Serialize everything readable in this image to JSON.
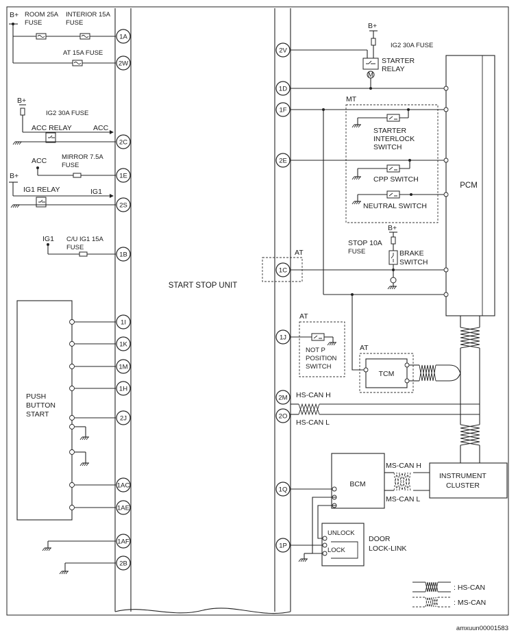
{
  "diagram": {
    "main_unit": "START STOP UNIT",
    "left_pins": [
      "1A",
      "2W",
      "2C",
      "1E",
      "2S",
      "1B",
      "1I",
      "1K",
      "1M",
      "1H",
      "2J",
      "1AC",
      "1AE",
      "1AF",
      "2B"
    ],
    "right_pins": [
      "2V",
      "1D",
      "1F",
      "2E",
      "1C",
      "1J",
      "2M",
      "2O",
      "1Q",
      "1P"
    ],
    "labels": {
      "b_plus": "B+",
      "room_fuse": "ROOM 25A",
      "interior_fuse": "INTERIOR 15A",
      "fuse": "FUSE",
      "at_fuse": "AT 15A FUSE",
      "ig2_fuse": "IG2 30A FUSE",
      "acc_relay": "ACC RELAY",
      "acc": "ACC",
      "mirror_fuse": "MIRROR 7.5A",
      "ig1_relay": "IG1 RELAY",
      "ig1": "IG1",
      "cu_fuse": "C/U IG1 15A",
      "push_button": [
        "PUSH",
        "BUTTON",
        "START"
      ],
      "starter_relay": [
        "STARTER",
        "RELAY"
      ],
      "mt": "MT",
      "at": "AT",
      "starter_interlock": [
        "STARTER",
        "INTERLOCK",
        "SWITCH"
      ],
      "cpp_switch": "CPP SWITCH",
      "neutral_switch": "NEUTRAL SWITCH",
      "pcm": "PCM",
      "stop_fuse": "STOP 10A",
      "brake_switch": [
        "BRAKE",
        "SWITCH"
      ],
      "not_p": [
        "NOT P",
        "POSITION",
        "SWITCH"
      ],
      "tcm": "TCM",
      "hs_can_h": "HS-CAN H",
      "hs_can_l": "HS-CAN L",
      "bcm": "BCM",
      "ms_can_h": "MS-CAN H",
      "ms_can_l": "MS-CAN L",
      "instrument_cluster": [
        "INSTRUMENT",
        "CLUSTER"
      ],
      "unlock": "UNLOCK",
      "lock": "LOCK",
      "door_lock_link": [
        "DOOR",
        "LOCK-LINK"
      ]
    },
    "legend": [
      {
        "text": ": HS-CAN"
      },
      {
        "text": ": MS-CAN"
      }
    ],
    "figure_id": "amxuun00001583"
  }
}
